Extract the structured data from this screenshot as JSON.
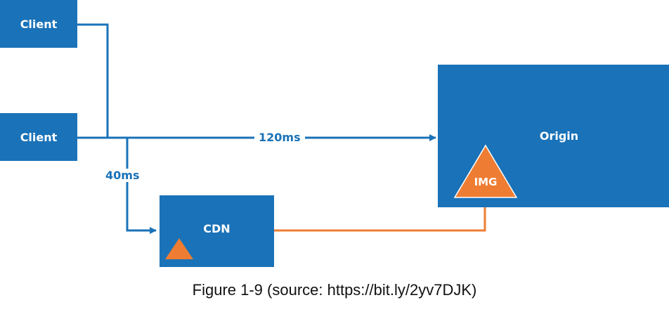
{
  "nodes": {
    "client_top": "Client",
    "client_bottom": "Client",
    "cdn": "CDN",
    "origin": "Origin",
    "img": "IMG"
  },
  "edges": {
    "to_origin_latency": "120ms",
    "to_cdn_latency": "40ms"
  },
  "caption": "Figure 1-9 (source: https://bit.ly/2yv7DJK)",
  "colors": {
    "blue": "#1a72b8",
    "orange": "#ee7d33"
  }
}
